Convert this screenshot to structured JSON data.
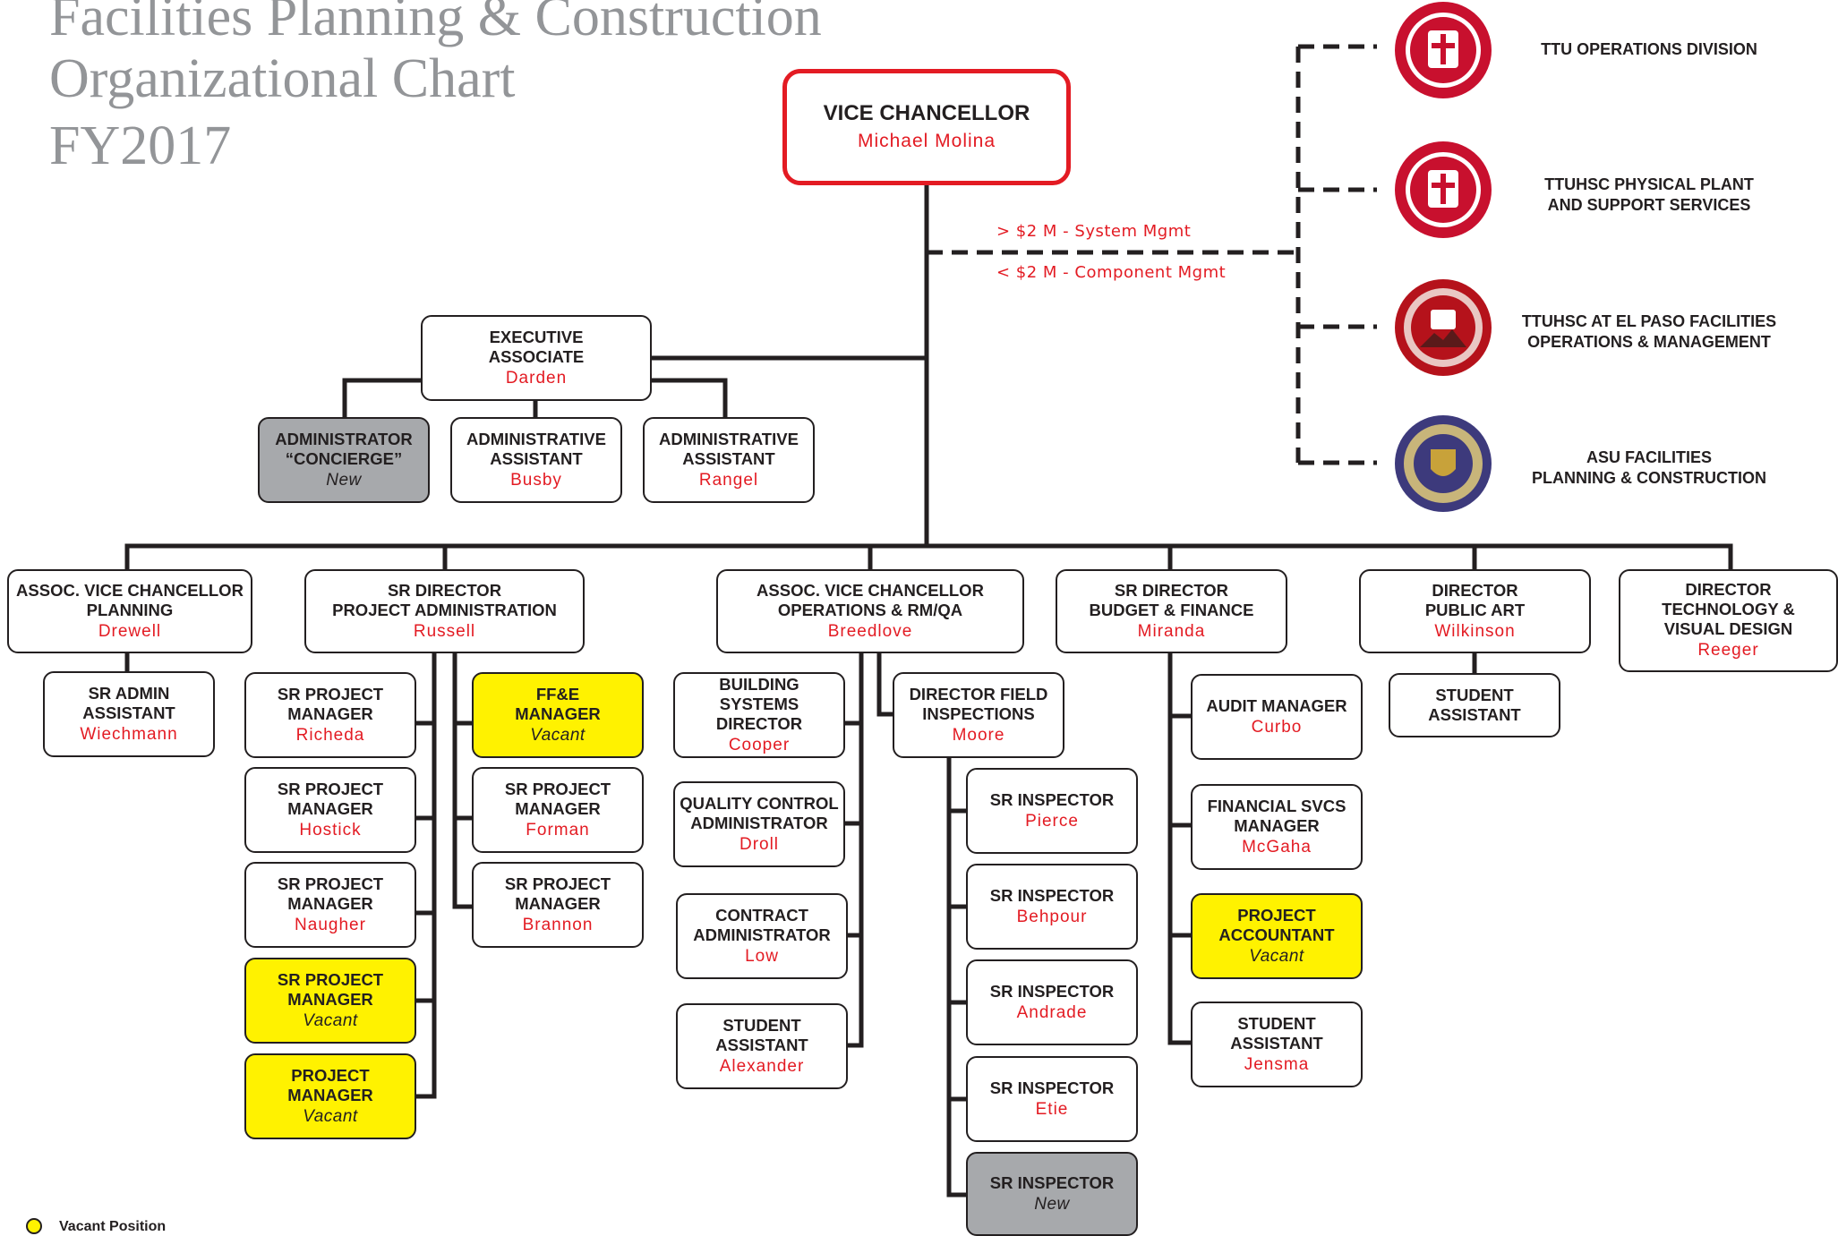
{
  "title": [
    "Facilities Planning & Construction",
    "Organizational Chart",
    "FY2017"
  ],
  "colors": {
    "name_red": "#e31b23",
    "vacant_yellow": "#fff200",
    "new_gray": "#a7a9ac",
    "line": "#231f20"
  },
  "mgmt": {
    "above": "> $2 M - System Mgmt",
    "below": "< $2 M - Component Mgmt"
  },
  "nodes": {
    "vice_chancellor": {
      "title": "VICE CHANCELLOR",
      "name": "Michael Molina"
    },
    "exec_assoc": {
      "title": "EXECUTIVE\nASSOCIATE",
      "name": "Darden"
    },
    "admin_concierge": {
      "title": "ADMINISTRATOR\n“CONCIERGE”",
      "name": "New"
    },
    "admin_asst_busby": {
      "title": "ADMINISTRATIVE\nASSISTANT",
      "name": "Busby"
    },
    "admin_asst_rangel": {
      "title": "ADMINISTRATIVE\nASSISTANT",
      "name": "Rangel"
    },
    "avc_planning": {
      "title": "ASSOC. VICE CHANCELLOR\nPLANNING",
      "name": "Drewell"
    },
    "sr_admin_asst": {
      "title": "SR ADMIN\nASSISTANT",
      "name": "Wiechmann"
    },
    "sr_dir_proj_admin": {
      "title": "SR DIRECTOR\nPROJECT ADMINISTRATION",
      "name": "Russell"
    },
    "spm_richeda": {
      "title": "SR PROJECT\nMANAGER",
      "name": "Richeda"
    },
    "spm_hostick": {
      "title": "SR PROJECT\nMANAGER",
      "name": "Hostick"
    },
    "spm_naugher": {
      "title": "SR PROJECT\nMANAGER",
      "name": "Naugher"
    },
    "spm_vacant": {
      "title": "SR PROJECT\nMANAGER",
      "name": "Vacant"
    },
    "pm_vacant": {
      "title": "PROJECT\nMANAGER",
      "name": "Vacant"
    },
    "ffe_manager": {
      "title": "FF&E\nMANAGER",
      "name": "Vacant"
    },
    "spm_forman": {
      "title": "SR PROJECT\nMANAGER",
      "name": "Forman"
    },
    "spm_brannon": {
      "title": "SR PROJECT\nMANAGER",
      "name": "Brannon"
    },
    "avc_operations": {
      "title": "ASSOC. VICE CHANCELLOR\nOPERATIONS & RM/QA",
      "name": "Breedlove"
    },
    "bldg_sys_dir": {
      "title": "BUILDING SYSTEMS\nDIRECTOR",
      "name": "Cooper"
    },
    "qc_admin": {
      "title": "QUALITY CONTROL\nADMINISTRATOR",
      "name": "Droll"
    },
    "contract_admin": {
      "title": "CONTRACT\nADMINISTRATOR",
      "name": "Low"
    },
    "student_alexander": {
      "title": "STUDENT\nASSISTANT",
      "name": "Alexander"
    },
    "dir_field_insp": {
      "title": "DIRECTOR FIELD\nINSPECTIONS",
      "name": "Moore"
    },
    "insp_pierce": {
      "title": "SR INSPECTOR",
      "name": "Pierce"
    },
    "insp_behpour": {
      "title": "SR INSPECTOR",
      "name": "Behpour"
    },
    "insp_andrade": {
      "title": "SR INSPECTOR",
      "name": "Andrade"
    },
    "insp_etie": {
      "title": "SR INSPECTOR",
      "name": "Etie"
    },
    "insp_new": {
      "title": "SR INSPECTOR",
      "name": "New"
    },
    "sr_dir_budget": {
      "title": "SR DIRECTOR\nBUDGET & FINANCE",
      "name": "Miranda"
    },
    "audit_mgr": {
      "title": "AUDIT MANAGER",
      "name": "Curbo"
    },
    "fin_svcs_mgr": {
      "title": "FINANCIAL SVCS\nMANAGER",
      "name": "McGaha"
    },
    "proj_accountant": {
      "title": "PROJECT\nACCOUNTANT",
      "name": "Vacant"
    },
    "student_jensma": {
      "title": "STUDENT\nASSISTANT",
      "name": "Jensma"
    },
    "dir_public_art": {
      "title": "DIRECTOR\nPUBLIC ART",
      "name": "Wilkinson"
    },
    "student_public_art": {
      "title": "STUDENT\nASSISTANT",
      "name": ""
    },
    "dir_tech_visual": {
      "title": "DIRECTOR\nTECHNOLOGY &\nVISUAL DESIGN",
      "name": "Reeger"
    }
  },
  "partners": [
    {
      "label": "TTU OPERATIONS DIVISION",
      "seal": "ttu-seal-icon",
      "seal_color": "#c8102e"
    },
    {
      "label": "TTUHSC PHYSICAL PLANT\nAND SUPPORT SERVICES",
      "seal": "ttuhsc-seal-icon",
      "seal_color": "#c8102e"
    },
    {
      "label": "TTUHSC AT EL PASO FACILITIES\nOPERATIONS & MANAGEMENT",
      "seal": "ttuhsc-el-paso-seal-icon",
      "seal_color": "#b5121b"
    },
    {
      "label": "ASU FACILITIES\nPLANNING & CONSTRUCTION",
      "seal": "asu-seal-icon",
      "seal_color": "#3d3a7c"
    }
  ],
  "legend": {
    "label": "Vacant Position",
    "color": "#fff200"
  }
}
